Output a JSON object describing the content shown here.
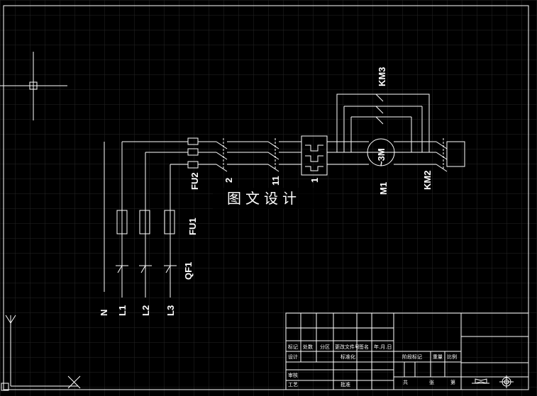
{
  "diagram": {
    "labels": {
      "km3": "KM3",
      "km2": "KM2",
      "motor": "~3M",
      "m1": "M1",
      "fu2": "FU2",
      "fu1": "FU1",
      "qf1": "QF1",
      "n": "N",
      "l1": "L1",
      "l2": "L2",
      "l3": "L3",
      "term_2": "2",
      "term_11": "11",
      "term_1": "1"
    },
    "watermark": "图文设计",
    "title_block": {
      "mark": "标记",
      "count": "处数",
      "zone": "分区",
      "doc_no": "更改文件号",
      "sign": "签名",
      "date": "年.月.日",
      "design": "设计",
      "standard": "标准化",
      "stage_mark": "阶段标记",
      "weight": "重量",
      "ratio": "比例",
      "review": "审核",
      "process": "工艺",
      "approve": "批准",
      "total": "共",
      "sheets": "张",
      "page": "第"
    },
    "colors": {
      "background": "#000000",
      "line": "#ffffff",
      "grid": "#2a2a2a"
    }
  }
}
